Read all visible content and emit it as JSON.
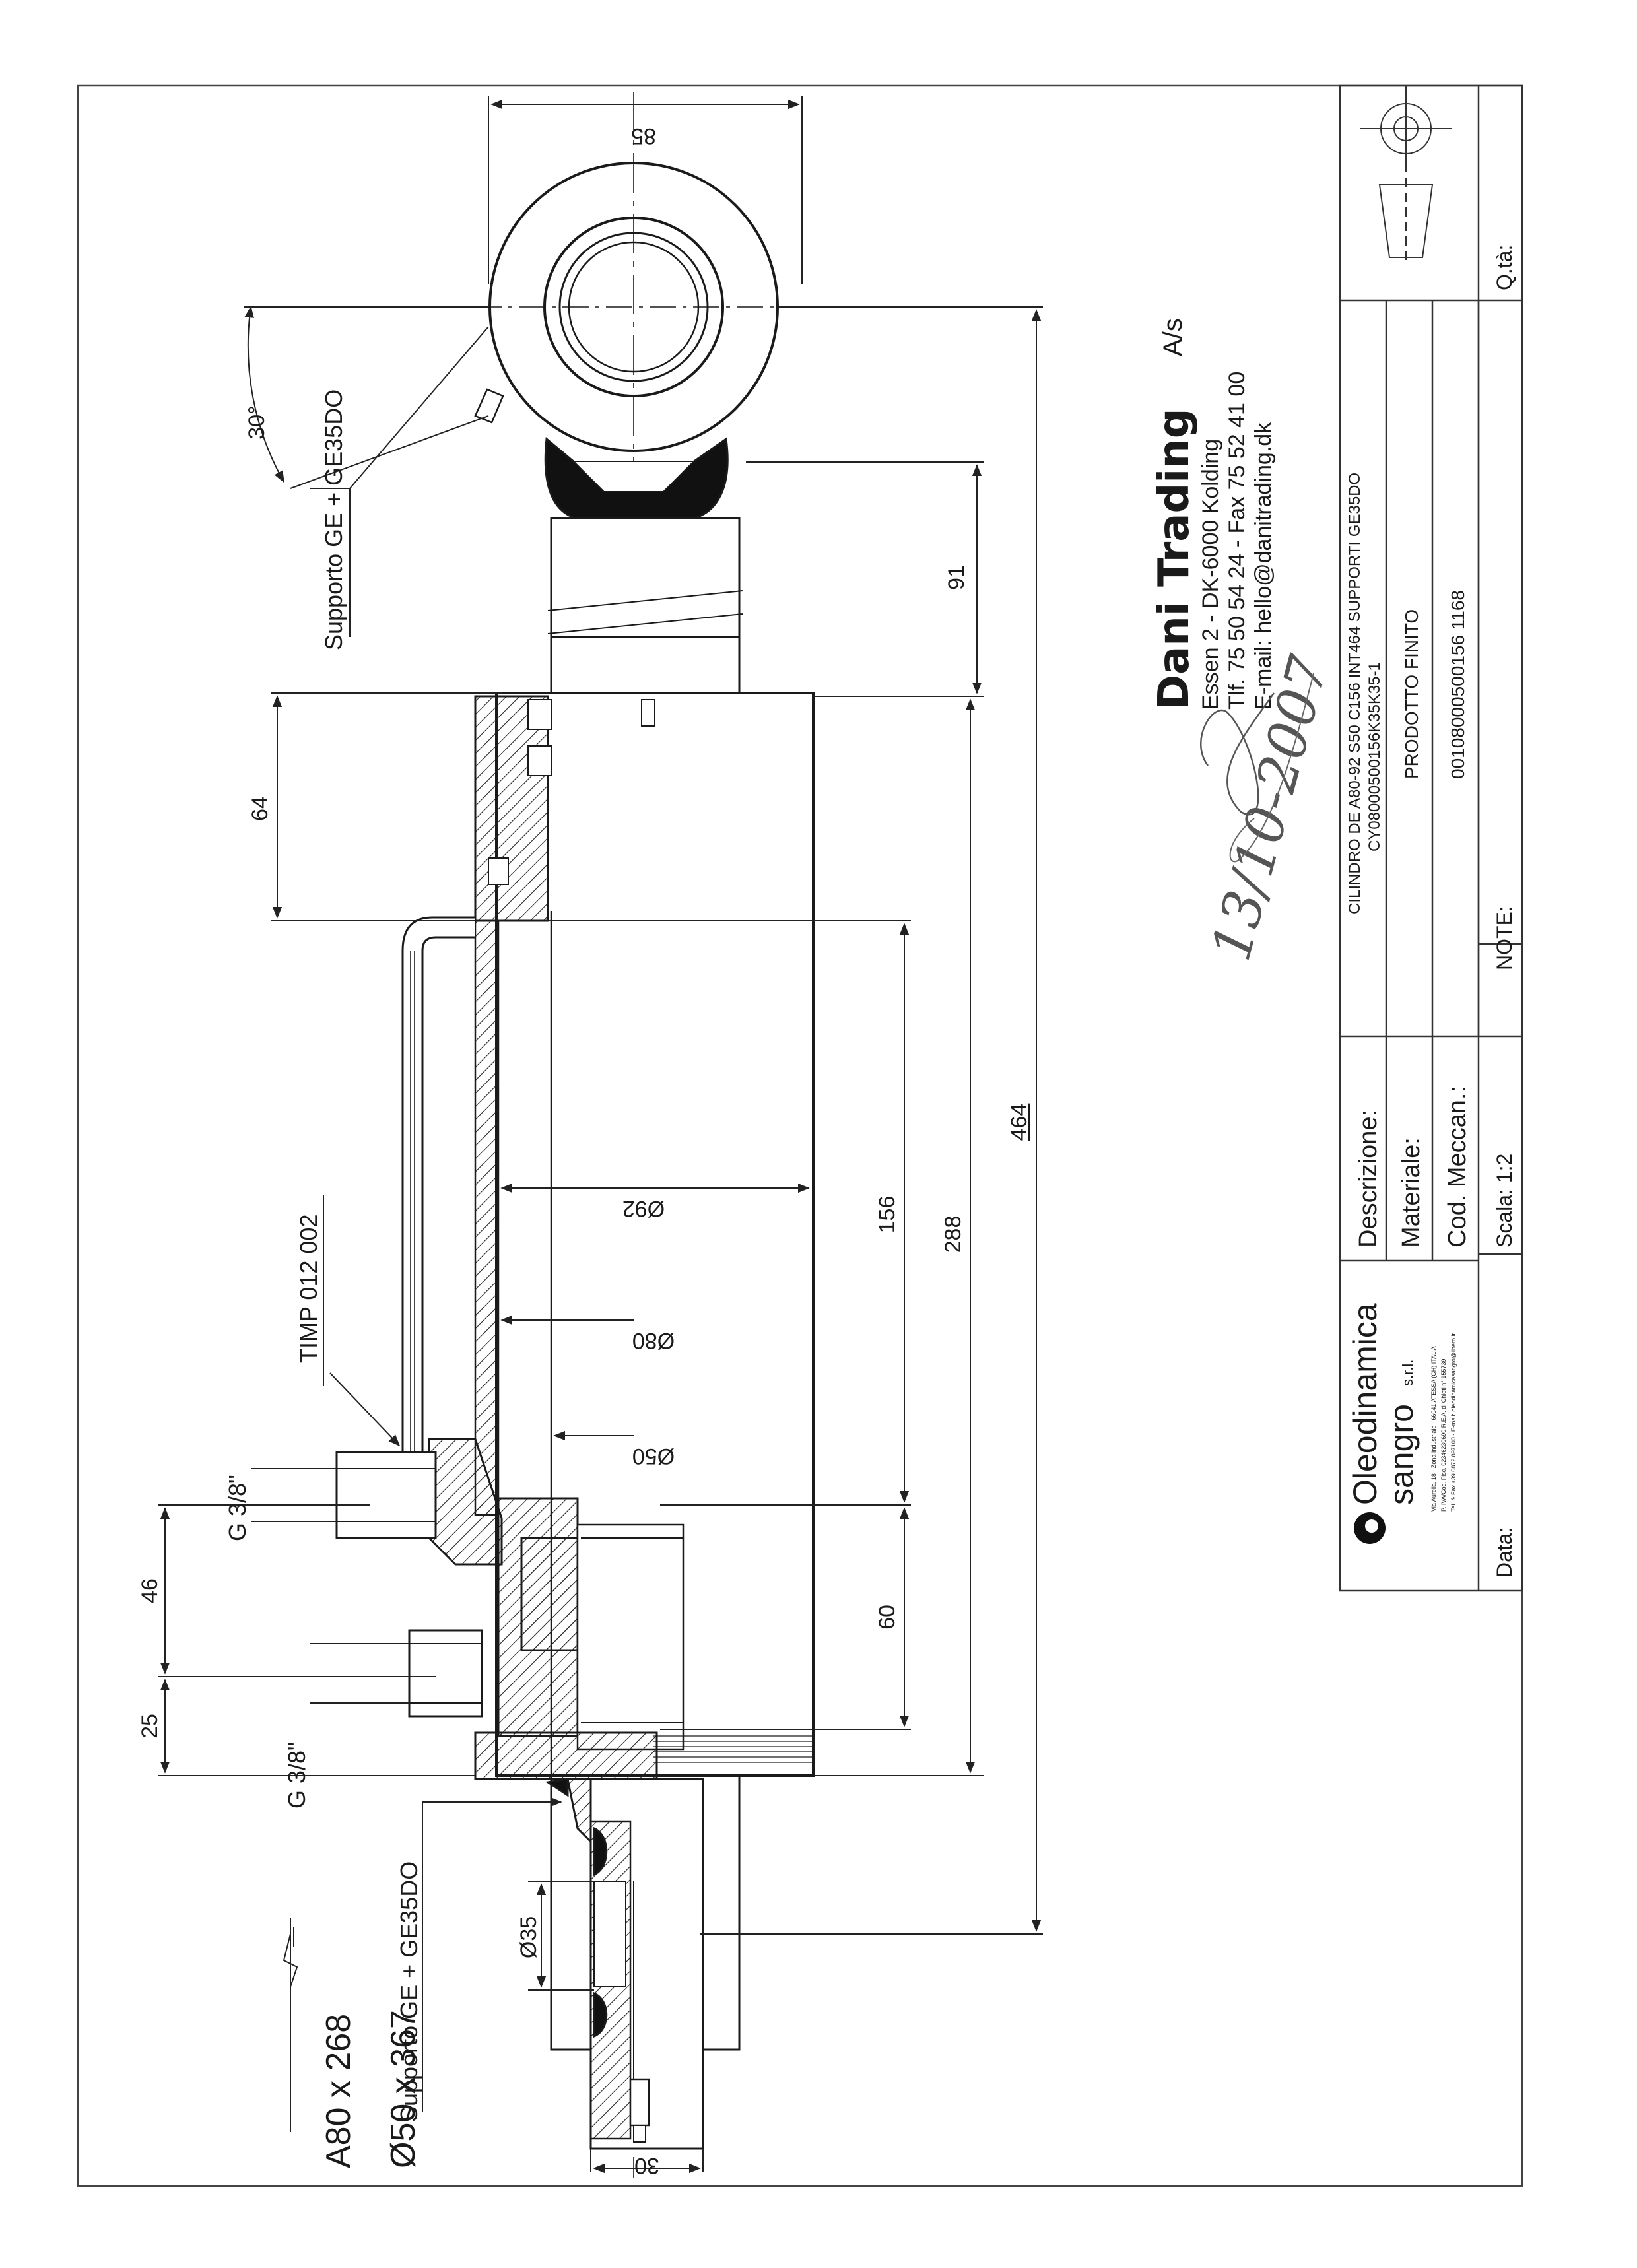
{
  "drawing": {
    "dimensions": {
      "width_85": "85",
      "angle_30": "30°",
      "length_91": "91",
      "length_64": "64",
      "total_464": "464",
      "length_288": "288",
      "length_156": "156",
      "length_60": "60",
      "offset_46": "46",
      "offset_25": "25",
      "dia_92": "Ø92",
      "dia_80": "Ø80",
      "dia_50": "Ø50",
      "dia_35": "Ø35",
      "width_30": "30"
    },
    "callouts": {
      "support_top": "Supporto GE + GE35DO",
      "support_bottom": "Supporto GE + GE35DO",
      "pipe": "TIMP 012 002",
      "port_upper": "G 3/8\"",
      "port_lower": "G 3/8\""
    },
    "size_labels": {
      "bore_stroke": "A80 x 268",
      "rod_closed": "Ø50 x 367"
    }
  },
  "stamp": {
    "company": "Dani Trading",
    "suffix": "A/s",
    "address": "Essen 2 - DK-6000 Kolding",
    "phone": "Tlf. 75 50 54 24 - Fax 75 52 41 00",
    "email": "E-mail: hello@danitrading.dk",
    "handwritten_date": "13/10-2007"
  },
  "title_block": {
    "logo_name_line1": "Oleodinamica",
    "logo_name_line2": "sangro",
    "logo_suffix": "s.r.l.",
    "logo_address_1": "Via Aurelia, 18 - Zona Industriale - 66041 ATESSA (CH) ITALIA",
    "logo_address_2": "P. IVA/Cod. Fisc. 02346230690 R.E.A. di Chieti n° 155739",
    "logo_address_3": "Tel. & Fax +39 0872 897100 - E-mail: oleodinamicasangro@libero.it",
    "descrizione_label": "Descrizione:",
    "descrizione_value_1": "CILINDRO DE A80-92 S50 C156 INT464 SUPPORTI GE35DO",
    "descrizione_value_2": "CY08000500156K35K35-1",
    "materiale_label": "Materiale:",
    "materiale_value": "PRODOTTO FINITO",
    "cod_label": "Cod. Meccan.:",
    "cod_value": "00108000500156 1168",
    "scala_label": "Scala: 1:2",
    "note_label": "NOTE:",
    "data_label": "Data:",
    "qta_label": "Q.tà:"
  }
}
